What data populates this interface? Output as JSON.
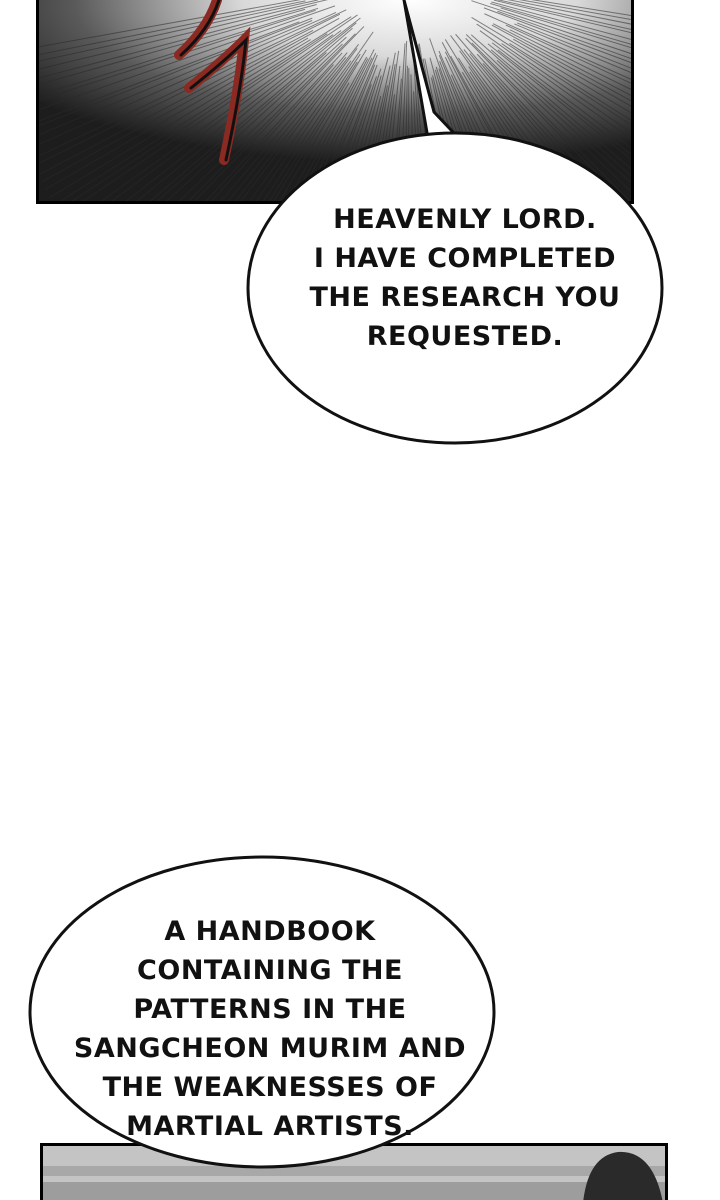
{
  "bubble_1": {
    "lines": [
      "HEAVENLY LORD.",
      "I HAVE COMPLETED",
      "THE RESEARCH YOU",
      "REQUESTED."
    ]
  },
  "bubble_2": {
    "lines": [
      "A HANDBOOK",
      "CONTAINING THE",
      "PATTERNS IN THE",
      "SANGCHEON MURIM AND",
      "THE WEAKNESSES OF",
      "MARTIAL ARTISTS."
    ]
  },
  "colors": {
    "panel_dark": "#1d1d1d",
    "sfx_red": "#8a2a22",
    "panel_bottom_gray": "#bdbdbd"
  }
}
